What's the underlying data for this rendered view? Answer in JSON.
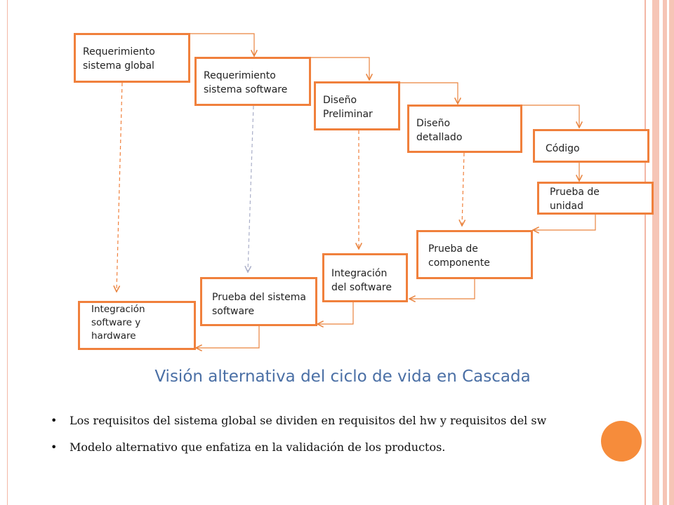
{
  "diagram": {
    "boxes": {
      "req_global": "Requerimiento\nsistema global",
      "req_software": "Requerimiento\nsistema software",
      "diseno_preliminar": "Diseño\nPreliminar",
      "diseno_detallado": "Diseño\ndetallado",
      "codigo": "Código",
      "prueba_unidad": "Prueba de\nunidad",
      "prueba_componente": "Prueba de\ncomponente",
      "integracion_software": "Integración\ndel software",
      "prueba_sistema": "Prueba del sistema\nsoftware",
      "integracion_sw_hw": "Integración\nsoftware y\nhardware"
    }
  },
  "title": "Visión alternativa del ciclo de vida en Cascada",
  "bullets": [
    "Los requisitos del sistema global se dividen en requisitos del hw y requisitos del sw",
    "Modelo alternativo que enfatiza en la validación de los productos."
  ],
  "colors": {
    "box_border": "#f0803c",
    "connector": "#e9843f",
    "dashed_orange": "#f0803c",
    "dashed_gray": "#a9aec8",
    "title": "#4a6fa5",
    "accent_circle": "#f68c3b",
    "frame": "#f3b7a6"
  }
}
